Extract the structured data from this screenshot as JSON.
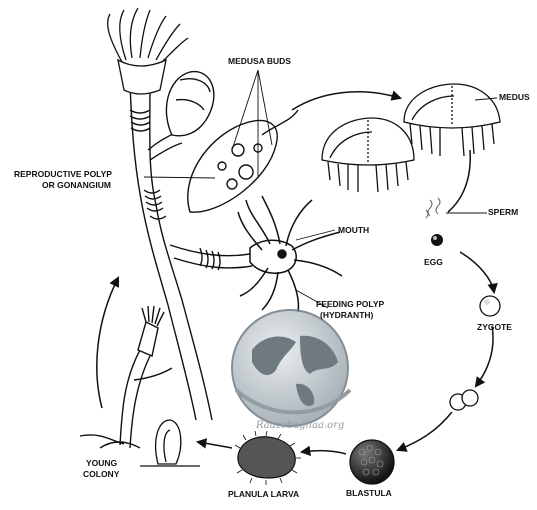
{
  "labels": {
    "medusa_buds": "MEDUSA BUDS",
    "medusa": "MEDUS",
    "reproductive_polyp_1": "REPRODUCTIVE POLYP",
    "reproductive_polyp_2": "OR GONANGIUM",
    "mouth": "MOUTH",
    "sperm": "SPERM",
    "egg": "EGG",
    "feeding_polyp_1": "FEEDING POLYP",
    "feeding_polyp_2": "(HYDRANTH)",
    "zygote": "ZYGOTE",
    "young_colony_1": "YOUNG",
    "young_colony_2": "COLONY",
    "planula_larva": "PLANULA LARVA",
    "blastula": "BLASTULA"
  },
  "watermark": {
    "text": "Raazebaghaa.org"
  },
  "colors": {
    "ink": "#111111",
    "watermark": "#7f8b93",
    "background": "#ffffff"
  }
}
